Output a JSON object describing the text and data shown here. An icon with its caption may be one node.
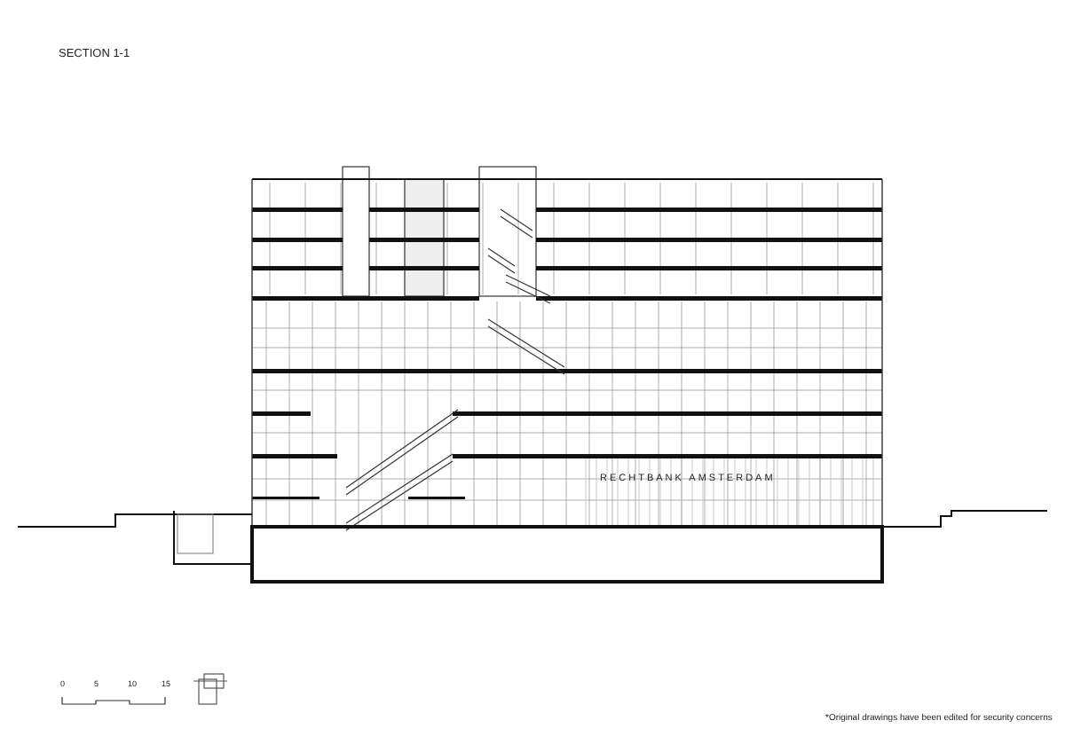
{
  "diagram": {
    "title": "SECTION 1-1",
    "caption": "*Original drawings have been edited for security concerns",
    "labels": [
      "RECHTBANK AMSTERDAM",
      "0",
      "5",
      "10",
      "15"
    ]
  }
}
